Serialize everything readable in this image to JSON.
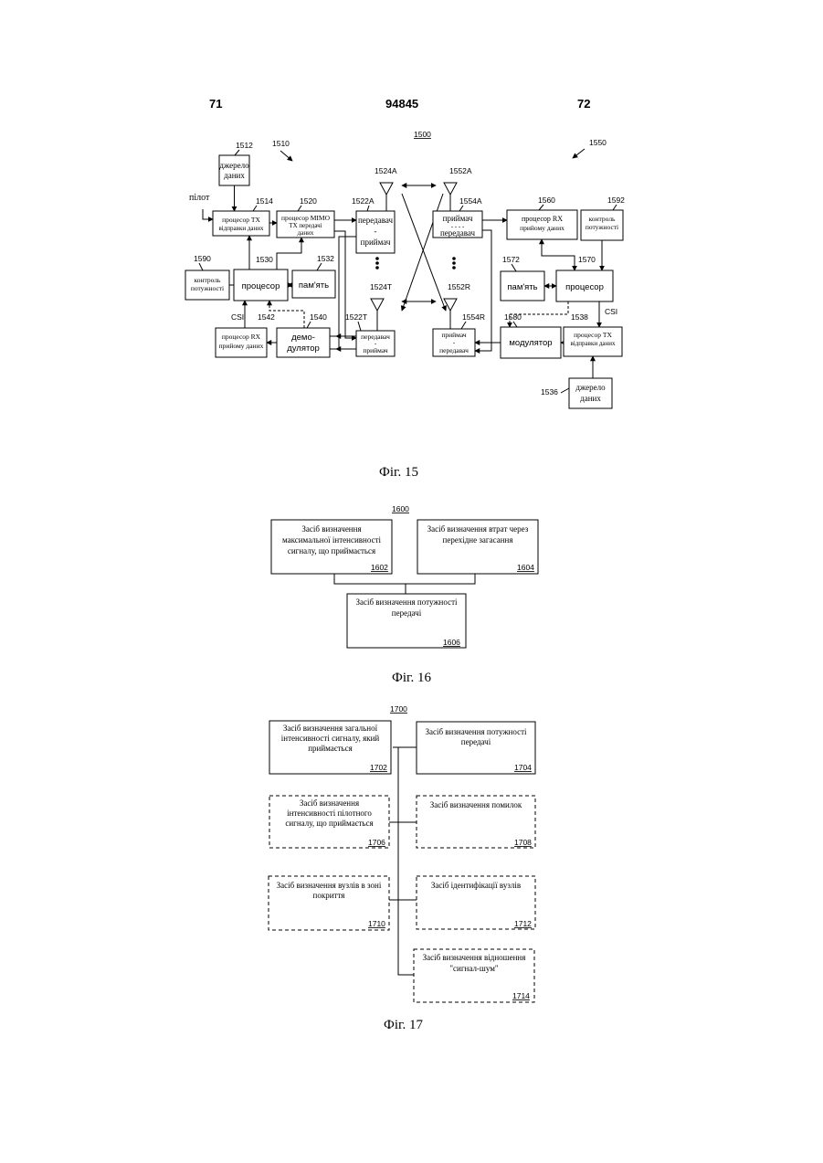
{
  "header": {
    "left": "71",
    "center": "94845",
    "right": "72"
  },
  "fig15": {
    "ref": "1500",
    "caption": "Фіг. 15",
    "labels": {
      "n1510": "1510",
      "n1550": "1550",
      "n1512": "1512",
      "n1514": "1514",
      "n1520": "1520",
      "n1524A": "1524A",
      "n1552A": "1552A",
      "n1522A": "1522A",
      "n1554A": "1554A",
      "n1560": "1560",
      "n1592": "1592",
      "n1590": "1590",
      "n1530": "1530",
      "n1532": "1532",
      "n1572": "1572",
      "n1570": "1570",
      "n1524T": "1524T",
      "n1552R": "1552R",
      "n1522T": "1522T",
      "n1554R": "1554R",
      "n1542": "1542",
      "n1540": "1540",
      "n1580": "1580",
      "n1538": "1538",
      "n1536": "1536",
      "pilot": "пілот",
      "csi_left": "CSI",
      "csi_right": "CSI"
    },
    "blocks": {
      "src_l1": "джерело",
      "src_l2": "даних",
      "txp_l1": "процесор TX",
      "txp_l2": "відправки даних",
      "mimo_l1": "процесор MIMO",
      "mimo_l2": "TX передачі",
      "mimo_l3": "даних",
      "trx1_l1": "передавач",
      "trx1_l2": "-",
      "trx1_l3": "приймач",
      "rcv1_l1": "приймач",
      "rcv1_l2": "- -   - -",
      "rcv1_l3": "передавач",
      "rxp_l1": "процесор RX",
      "rxp_l2": "прийому даних",
      "pc_l1": "контроль",
      "pc_l2": "потужності",
      "pcl_l1": "контроль",
      "pcl_l2": "потужності",
      "proc_l": "процесор",
      "mem_l": "пам'ять",
      "mem_r": "пам'ять",
      "proc_r": "процесор",
      "rxpl_l1": "процесор RX",
      "rxpl_l2": "прийому даних",
      "demod_l1": "демо-",
      "demod_l2": "дулятор",
      "trx2_l1": "передавач",
      "trx2_l2": "-",
      "trx2_l3": "приймач",
      "rcv2_l1": "приймач",
      "rcv2_l2": "-",
      "rcv2_l3": "передавач",
      "mod": "модулятор",
      "txpr_l1": "процесор TX",
      "txpr_l2": "відправки даних",
      "srcr_l1": "джерело",
      "srcr_l2": "даних"
    }
  },
  "fig16": {
    "ref": "1600",
    "caption": "Фіг. 16",
    "b1602": {
      "l1": "Засіб визначення",
      "l2": "максимальної інтенсивності",
      "l3": "сигналу, що приймається",
      "num": "1602"
    },
    "b1604": {
      "l1": "Засіб визначення втрат через",
      "l2": "перехідне загасання",
      "num": "1604"
    },
    "b1606": {
      "l1": "Засіб визначення потужності",
      "l2": "передачі",
      "num": "1606"
    }
  },
  "fig17": {
    "ref": "1700",
    "caption": "Фіг. 17",
    "b1702": {
      "l1": "Засіб визначення загальної",
      "l2": "інтенсивності сигналу, який",
      "l3": "приймається",
      "num": "1702"
    },
    "b1704": {
      "l1": "Засіб визначення потужності",
      "l2": "передачі",
      "num": "1704"
    },
    "b1706": {
      "l1": "Засіб визначення",
      "l2": "інтенсивності пілотного",
      "l3": "сигналу, що приймається",
      "num": "1706"
    },
    "b1708": {
      "l1": "Засіб визначення помилок",
      "num": "1708"
    },
    "b1710": {
      "l1": "Засіб визначення вузлів в зоні",
      "l2": "покриття",
      "num": "1710"
    },
    "b1712": {
      "l1": "Засіб ідентифікації вузлів",
      "num": "1712"
    },
    "b1714": {
      "l1": "Засіб визначення відношення",
      "l2": "\"сигнал-шум\"",
      "num": "1714"
    }
  }
}
